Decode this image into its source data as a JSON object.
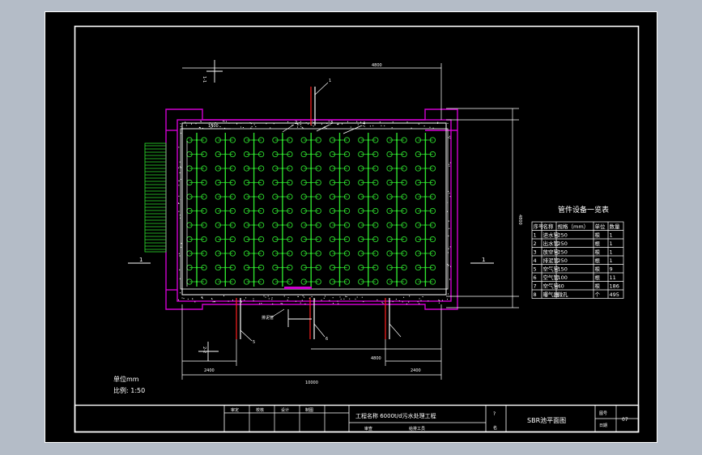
{
  "drawing": {
    "subtitle_unit": "单位mm",
    "subtitle_scale": "比例: 1:50",
    "section_mark_left": "1",
    "section_mark_right": "1",
    "section_mark_top": "1-1",
    "section_mark_bottom": "2-2",
    "pipe_callouts": [
      "1",
      "2",
      "3",
      "4",
      "5",
      "6"
    ],
    "dim_top_main": "4800",
    "dim_right": "4800",
    "dim_left_short": "1400",
    "dim_bottom_overall": "10000",
    "dim_bottom_left": "2400",
    "dim_bottom_right": "2400",
    "dim_bottom_mid": "4800",
    "note_label": "排泥管"
  },
  "equipment_table": {
    "title": "管件设备一览表",
    "headers": [
      "序号",
      "名称",
      "规格（mm）",
      "单位",
      "数量"
    ],
    "rows": [
      [
        "1",
        "进水管",
        "250",
        "根",
        "1"
      ],
      [
        "2",
        "出水管",
        "250",
        "根",
        "1"
      ],
      [
        "3",
        "放空管",
        "250",
        "根",
        "1"
      ],
      [
        "4",
        "排泥管",
        "250",
        "根",
        "1"
      ],
      [
        "5",
        "空气管",
        "150",
        "根",
        "9"
      ],
      [
        "6",
        "空气管",
        "100",
        "根",
        "11"
      ],
      [
        "7",
        "空气管",
        "40",
        "根",
        "186"
      ],
      [
        "8",
        "曝气器",
        "微孔",
        "个",
        "495"
      ]
    ]
  },
  "title_block": {
    "roles": [
      "审定",
      "校核",
      "设计",
      "制图"
    ],
    "project": "工程名称 6000t/d污水处理工程",
    "sub_labels": [
      "审查",
      "给排工员"
    ],
    "qmark": "?",
    "qmark_sub": "名",
    "drawing_name": "SBR池平面图",
    "fig_label_top": "图号",
    "fig_label_bottom": "日期",
    "fig_no": "07"
  },
  "colors": {
    "background": "#b4bcc7",
    "sheet": "#000000",
    "line": "#ffffff",
    "wall": "#d000d0",
    "diffuser": "#2ee02e",
    "pipe_red": "#ff2020"
  }
}
